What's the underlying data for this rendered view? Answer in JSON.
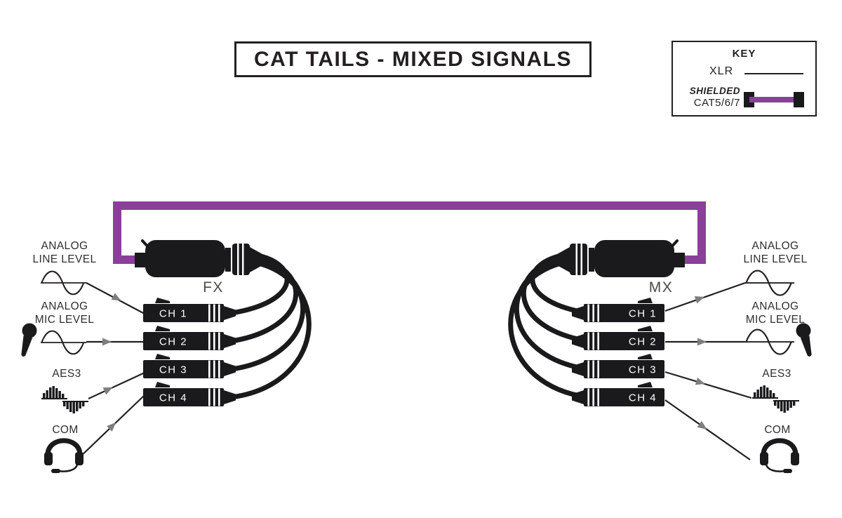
{
  "title": "CAT TAILS - MIXED SIGNALS",
  "key": {
    "heading": "KEY",
    "xlr": "XLR",
    "shielded_italic": "SHIELDED",
    "shielded_type": "CAT5/6/7"
  },
  "devices": {
    "left": "FX",
    "right": "MX"
  },
  "channels": [
    "CH 1",
    "CH 2",
    "CH 3",
    "CH 4"
  ],
  "signals": {
    "analog_line": "ANALOG\nLINE LEVEL",
    "analog_mic": "ANALOG\nMIC LEVEL",
    "aes3": "AES3",
    "com": "COM"
  },
  "icons": {
    "sine-wave-icon": "analog signal sine wave",
    "microphone-icon": "handheld microphone",
    "aes3-waveform-icon": "digital audio bar waveform",
    "headset-icon": "intercom headset with mic boom",
    "arrow-icon": "signal direction arrowhead"
  },
  "colors": {
    "ink": "#231f20",
    "cable_purple": "#8a3f9b",
    "arrow_gray": "#7e7e81",
    "device_label_gray": "#4a4a4c",
    "background": "#ffffff"
  }
}
